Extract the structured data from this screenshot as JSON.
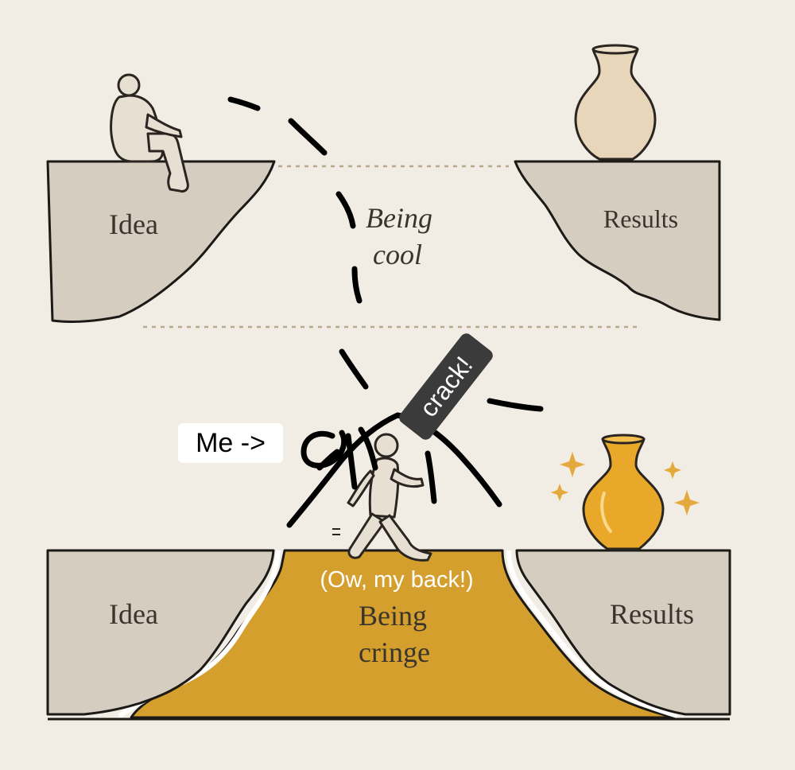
{
  "top_panel": {
    "left_label": "Idea",
    "middle_label_line1": "Being",
    "middle_label_line2": "cool",
    "right_label": "Results"
  },
  "bottom_panel": {
    "left_label": "Idea",
    "middle_label_line1": "Being",
    "middle_label_line2": "cringe",
    "right_label": "Results"
  },
  "annotations": {
    "me_label": "Me ->",
    "crack_label": "crack!",
    "ow_label": "(Ow, my back!)"
  },
  "colors": {
    "background": "#f2ede4",
    "cliff": "#d5cdc0",
    "outline": "#1c1a17",
    "gold": "#d59f2e",
    "vase_top": "#e7d6ba",
    "vase_bottom": "#e9a82a",
    "marker": "#000000"
  }
}
